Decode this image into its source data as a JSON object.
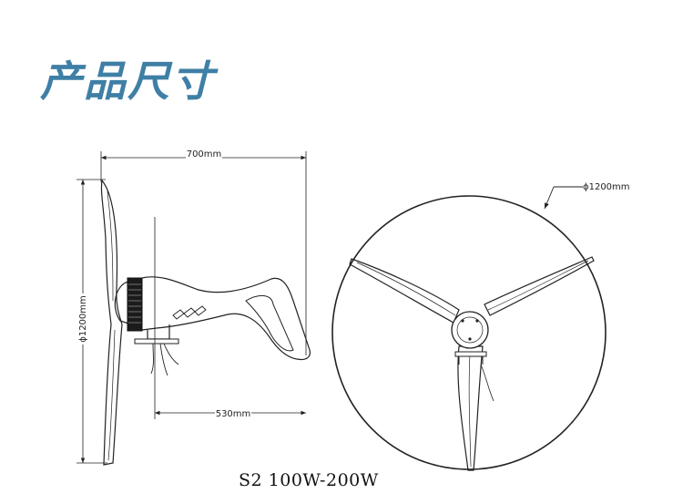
{
  "title": "产品尺寸",
  "dimensions": {
    "length_total": "700mm",
    "length_tail": "530mm",
    "rotor_diameter_side": "ϕ1200mm",
    "rotor_diameter_front": "ϕ1200mm"
  },
  "model": "S2 100W-200W",
  "colors": {
    "title": "#3f7fa6",
    "line": "#222222"
  }
}
